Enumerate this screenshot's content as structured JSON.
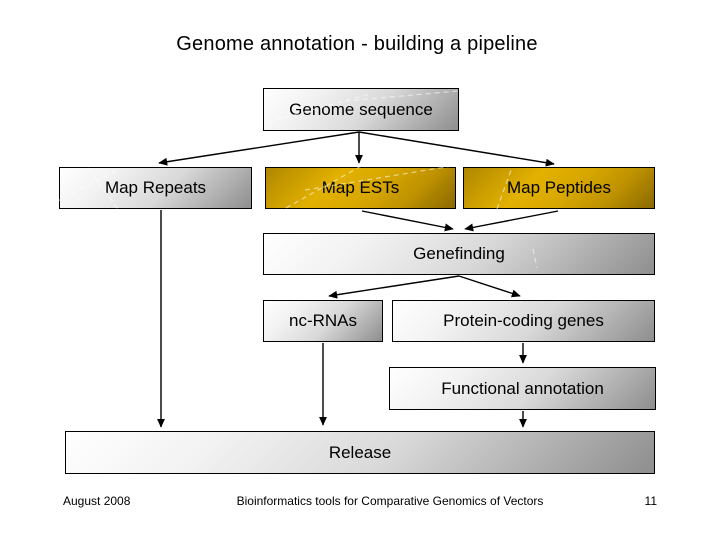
{
  "slide": {
    "title": "Genome annotation - building a pipeline",
    "footer": {
      "date": "August 2008",
      "center": "Bioinformatics tools for Comparative Genomics of Vectors",
      "page": "11"
    }
  },
  "diagram": {
    "nodes": [
      {
        "id": "genome-sequence",
        "label": "Genome sequence",
        "style": "gray"
      },
      {
        "id": "map-repeats",
        "label": "Map Repeats",
        "style": "gray"
      },
      {
        "id": "map-ests",
        "label": "Map ESTs",
        "style": "gold"
      },
      {
        "id": "map-peptides",
        "label": "Map Peptides",
        "style": "gold"
      },
      {
        "id": "genefinding",
        "label": "Genefinding",
        "style": "gray"
      },
      {
        "id": "nc-rnas",
        "label": "nc-RNAs",
        "style": "gray"
      },
      {
        "id": "protein-coding-genes",
        "label": "Protein-coding genes",
        "style": "gray"
      },
      {
        "id": "functional-annotation",
        "label": "Functional annotation",
        "style": "gray"
      },
      {
        "id": "release",
        "label": "Release",
        "style": "gray"
      }
    ],
    "edges": [
      {
        "from": "genome-sequence",
        "to": "map-repeats"
      },
      {
        "from": "genome-sequence",
        "to": "map-ests"
      },
      {
        "from": "genome-sequence",
        "to": "map-peptides"
      },
      {
        "from": "map-ests",
        "to": "genefinding"
      },
      {
        "from": "map-peptides",
        "to": "genefinding"
      },
      {
        "from": "genefinding",
        "to": "nc-rnas"
      },
      {
        "from": "genefinding",
        "to": "protein-coding-genes"
      },
      {
        "from": "map-repeats",
        "to": "release"
      },
      {
        "from": "nc-rnas",
        "to": "release"
      },
      {
        "from": "protein-coding-genes",
        "to": "functional-annotation"
      },
      {
        "from": "functional-annotation",
        "to": "release"
      }
    ],
    "colors": {
      "gold": "#d8a800",
      "box_gray_dark": "#8e8e8e",
      "arrow": "#000000",
      "background": "#ffffff"
    }
  }
}
